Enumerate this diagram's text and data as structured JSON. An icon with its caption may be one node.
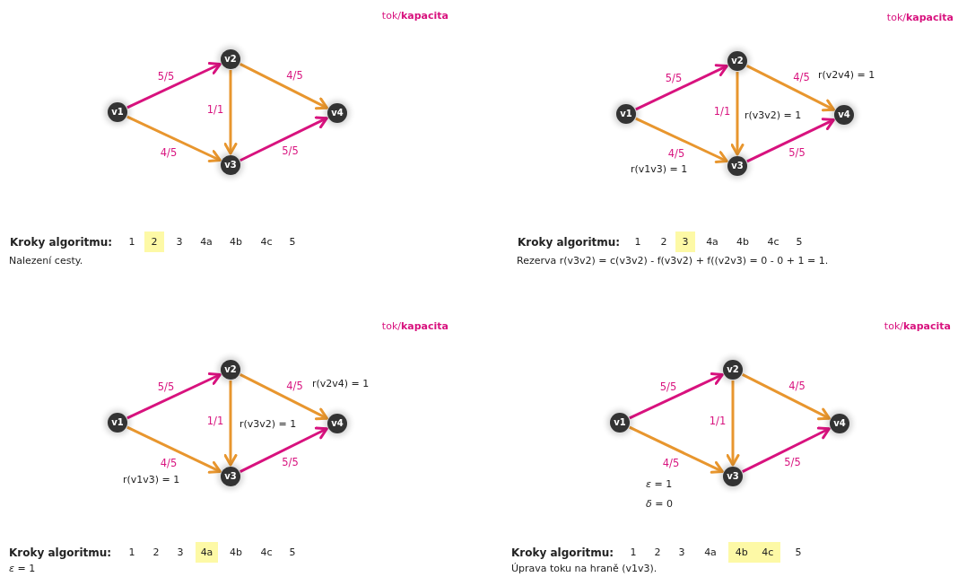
{
  "diagram": {
    "nodes": [
      {
        "text": [
          "v1"
        ]
      },
      {
        "text": [
          "v2"
        ]
      },
      {
        "text": [
          "v3"
        ]
      },
      {
        "text": [
          "v4"
        ]
      },
      {
        "text": [
          "2"
        ]
      },
      {
        "text": [
          "v1"
        ]
      },
      {
        "text": [
          "v2"
        ]
      },
      {
        "text": [
          "v3"
        ]
      },
      {
        "text": [
          "v4"
        ]
      },
      {
        "text": [
          "3"
        ]
      },
      {
        "text": [
          "v1"
        ]
      },
      {
        "text": [
          "v2"
        ]
      },
      {
        "text": [
          "v3"
        ]
      },
      {
        "text": [
          "v4"
        ]
      },
      {
        "text": [
          "4a"
        ]
      },
      {
        "text": [
          "v1"
        ]
      },
      {
        "text": [
          "v2"
        ]
      },
      {
        "text": [
          "v3"
        ]
      },
      {
        "text": [
          "v4"
        ]
      },
      {
        "text": [
          "4b",
          "4c"
        ]
      }
    ],
    "edges": [
      {
        "from": 0,
        "to": 1,
        "arrow": "to",
        "label": "5/5",
        "color": "#d8127e"
      },
      {
        "from": 1,
        "to": 3,
        "arrow": "to",
        "label": "4/5"
      },
      {
        "from": 1,
        "to": 2,
        "arrow": "to",
        "label": "1/1"
      },
      {
        "from": 0,
        "to": 2,
        "arrow": "to",
        "label": "4/5"
      },
      {
        "from": 2,
        "to": 3,
        "arrow": "to",
        "label": "5/5",
        "color": "#d8127e"
      },
      {
        "from": 5,
        "to": 6,
        "arrow": "to",
        "label": "5/5",
        "color": "#d8127e"
      },
      {
        "from": 6,
        "to": 8,
        "arrow": "to",
        "label": "4/5"
      },
      {
        "from": 6,
        "to": 7,
        "arrow": "to",
        "label": "1/1"
      },
      {
        "from": 5,
        "to": 7,
        "arrow": "to",
        "label": "4/5"
      },
      {
        "from": 7,
        "to": 8,
        "arrow": "to",
        "label": "5/5",
        "color": "#d8127e"
      },
      {
        "from": 10,
        "to": 11,
        "arrow": "to",
        "label": "5/5",
        "color": "#d8127e"
      },
      {
        "from": 11,
        "to": 13,
        "arrow": "to",
        "label": "4/5"
      },
      {
        "from": 11,
        "to": 12,
        "arrow": "to",
        "label": "1/1"
      },
      {
        "from": 10,
        "to": 12,
        "arrow": "to",
        "label": "4/5"
      },
      {
        "from": 12,
        "to": 13,
        "arrow": "to",
        "label": "5/5",
        "color": "#d8127e"
      },
      {
        "from": 15,
        "to": 16,
        "arrow": "to",
        "label": "5/5",
        "color": "#d8127e"
      },
      {
        "from": 16,
        "to": 18,
        "arrow": "to",
        "label": "4/5"
      },
      {
        "from": 16,
        "to": 17,
        "arrow": "to",
        "label": "1/1"
      },
      {
        "from": 15,
        "to": 17,
        "arrow": "to",
        "label": "4/5"
      },
      {
        "from": 17,
        "to": 18,
        "arrow": "to",
        "label": "5/5",
        "color": "#d8127e"
      }
    ],
    "labels": [
      "tok/**kapacita**",
      "Kroky algoritmu:",
      "1",
      "3",
      "4a",
      "4b",
      "4c",
      "5",
      "Nalezení cesty.",
      "tok/**kapacita**",
      "r(v2v4) = 1",
      "r(v3v2) = 1",
      "r(v1v3) = 1",
      "Kroky algoritmu:",
      "1",
      "2",
      "4a",
      "4b",
      "4c",
      "5",
      "Rezerva r(v3v2) = c(v3v2) - f(v3v2) + f((v2v3) = 0 - 0 + 1 = 1.",
      "tok/**kapacita**",
      "r(v2v4) = 1",
      "r(v3v2) = 1",
      "r(v1v3) = 1",
      "Kroky algoritmu:",
      "1",
      "2",
      "3",
      "4b",
      "4c",
      "5",
      "*ε* = 1",
      "tok/**kapacita**",
      "*ε* = 1",
      "*δ* = 0",
      "Kroky algoritmu:",
      "1",
      "2",
      "3",
      "4a",
      "5",
      "Úprava toku na hraně (v1v3)."
    ]
  }
}
